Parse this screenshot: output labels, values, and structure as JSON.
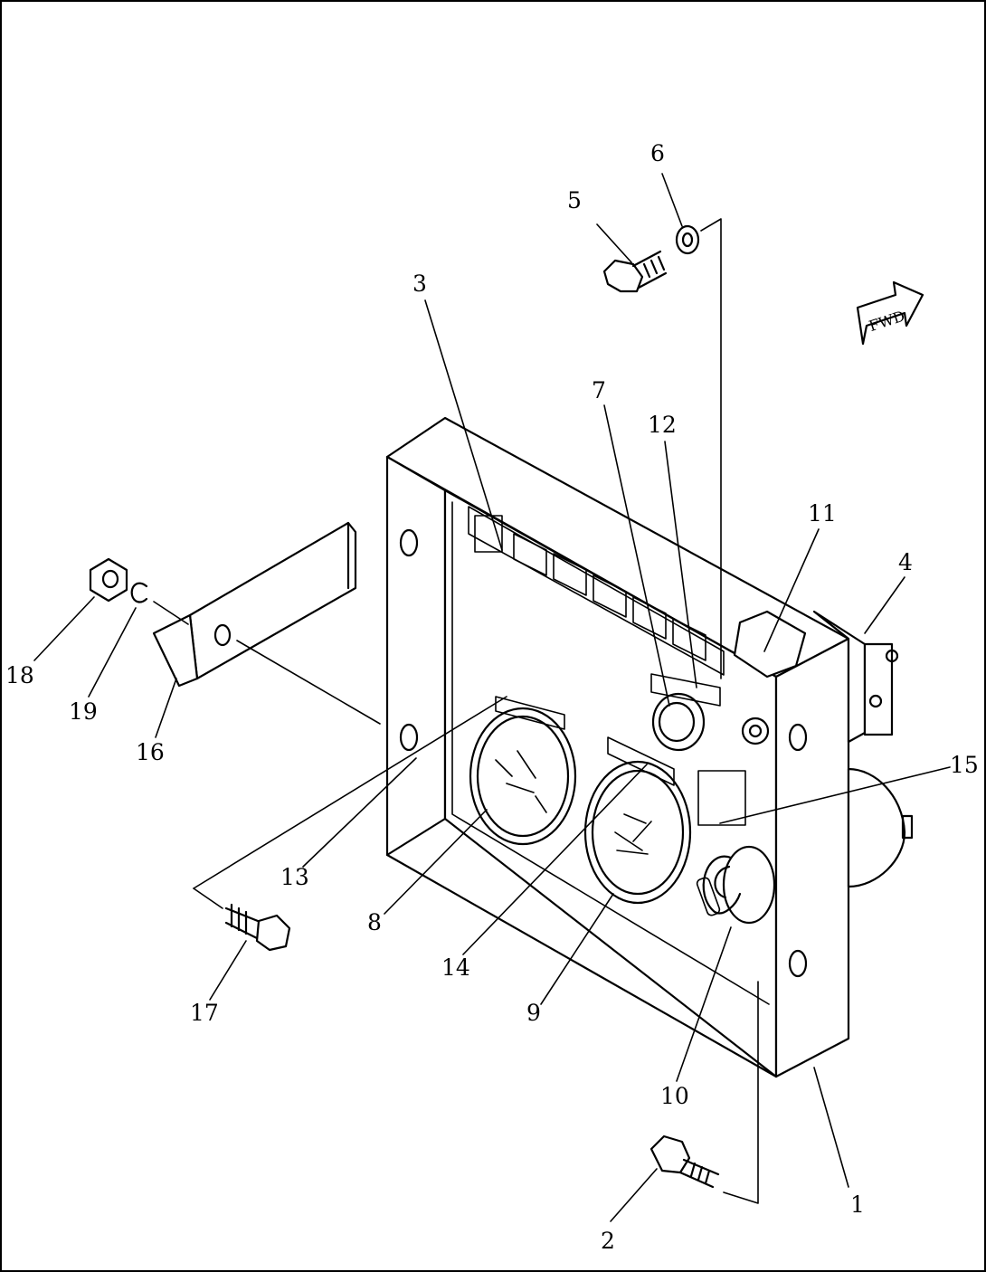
{
  "diagram": {
    "fwd_label": "FWD",
    "callouts": {
      "c1": "1",
      "c2": "2",
      "c3": "3",
      "c4": "4",
      "c5": "5",
      "c6": "6",
      "c7": "7",
      "c8": "8",
      "c9": "9",
      "c10": "10",
      "c11": "11",
      "c12": "12",
      "c13": "13",
      "c14": "14",
      "c15": "15",
      "c16": "16",
      "c17": "17",
      "c18": "18",
      "c19": "19"
    }
  }
}
